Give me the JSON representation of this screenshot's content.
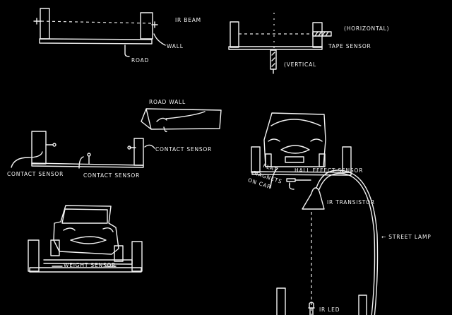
{
  "labels": {
    "ir_beam": "IR BEAM",
    "wall": "WALL",
    "road": "ROAD",
    "horizontal": "(HORIZONTAL)",
    "tape_sensor": "TAPE SENSOR",
    "vertical": "(VERTICAL",
    "road_wall": "ROAD WALL",
    "contact_sensor_right": "CONTACT SENSOR",
    "contact_sensor_left": "CONTACT SENSOR",
    "contact_sensor_middle": "CONTACT SENSOR",
    "hall_effect_sensor": "HALL EFFECT SENSOR",
    "flat_magnets_1": "FLAT",
    "flat_magnets_2": "MAGNETS",
    "flat_magnets_3": "ON CAR",
    "weight_sensor": "WEIGHT SENSOR",
    "ir_transistor": "IR TRANSISTOR",
    "street_lamp": "← STREET LAMP",
    "ir_led": "IR LED"
  },
  "colors": {
    "background": "#000000",
    "ink": "#f2f2f2"
  }
}
